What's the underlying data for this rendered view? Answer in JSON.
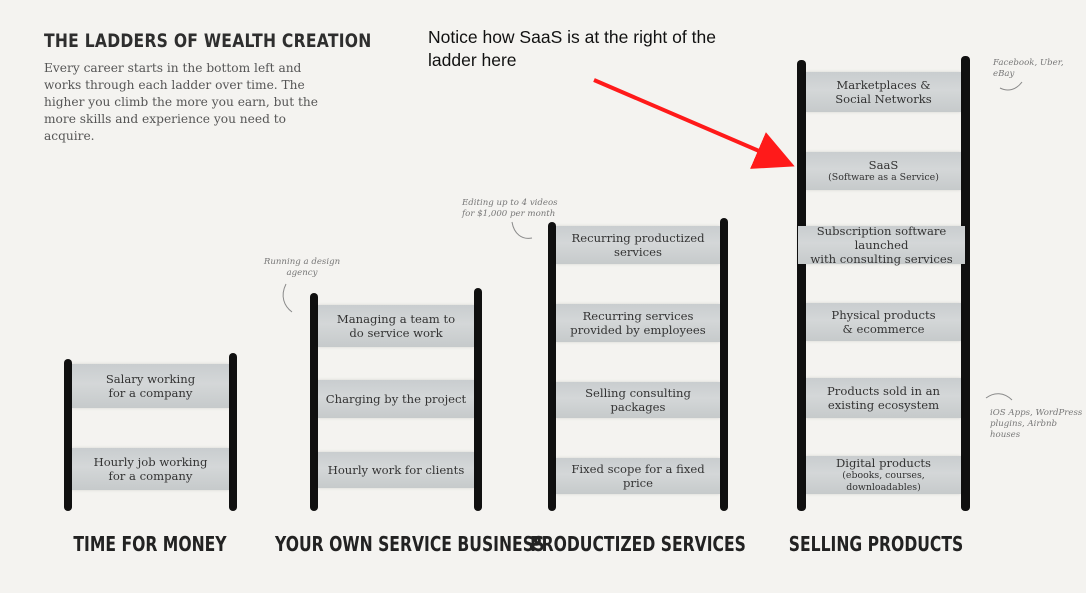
{
  "header": {
    "title": "THE LADDERS OF WEALTH CREATION",
    "intro": "Every career starts in the bottom left and works through each ladder over time. The higher you climb the more you earn, but the more skills and experience you need to acquire."
  },
  "callout": {
    "text": "Notice how SaaS is at the right of the ladder here",
    "arrow_color": "#ff1a1a"
  },
  "ladders": [
    {
      "caption": "TIME FOR MONEY",
      "rungs": [
        {
          "line1": "Salary working",
          "line2": "for a company"
        },
        {
          "line1": "Hourly job working",
          "line2": "for a company"
        }
      ]
    },
    {
      "caption": "YOUR OWN SERVICE BUSINESS",
      "rungs": [
        {
          "line1": "Managing a team to",
          "line2": "do service work"
        },
        {
          "line1": "Charging by the project"
        },
        {
          "line1": "Hourly work for clients"
        }
      ]
    },
    {
      "caption": "PRODUCTIZED SERVICES",
      "rungs": [
        {
          "line1": "Recurring productized",
          "line2": "services"
        },
        {
          "line1": "Recurring services",
          "line2": "provided by employees"
        },
        {
          "line1": "Selling consulting packages"
        },
        {
          "line1": "Fixed scope for a fixed price"
        }
      ]
    },
    {
      "caption": "SELLING PRODUCTS",
      "rungs": [
        {
          "line1": "Marketplaces &",
          "line2": "Social Networks"
        },
        {
          "line1": "SaaS",
          "sub": "(Software as a Service)"
        },
        {
          "line1": "Subscription software launched",
          "line2": "with consulting services"
        },
        {
          "line1": "Physical products",
          "line2": "& ecommerce"
        },
        {
          "line1": "Products sold in an",
          "line2": "existing ecosystem"
        },
        {
          "line1": "Digital products",
          "sub": "(ebooks, courses, downloadables)"
        }
      ]
    }
  ],
  "annotations": {
    "design_agency": [
      "Running a design",
      "agency"
    ],
    "videos": [
      "Editing up to 4 videos",
      "for $1,000 per month"
    ],
    "marketplaces": "Facebook, Uber, eBay",
    "ecosystem": [
      "iOS Apps, WordPress",
      "plugins, Airbnb houses"
    ]
  }
}
